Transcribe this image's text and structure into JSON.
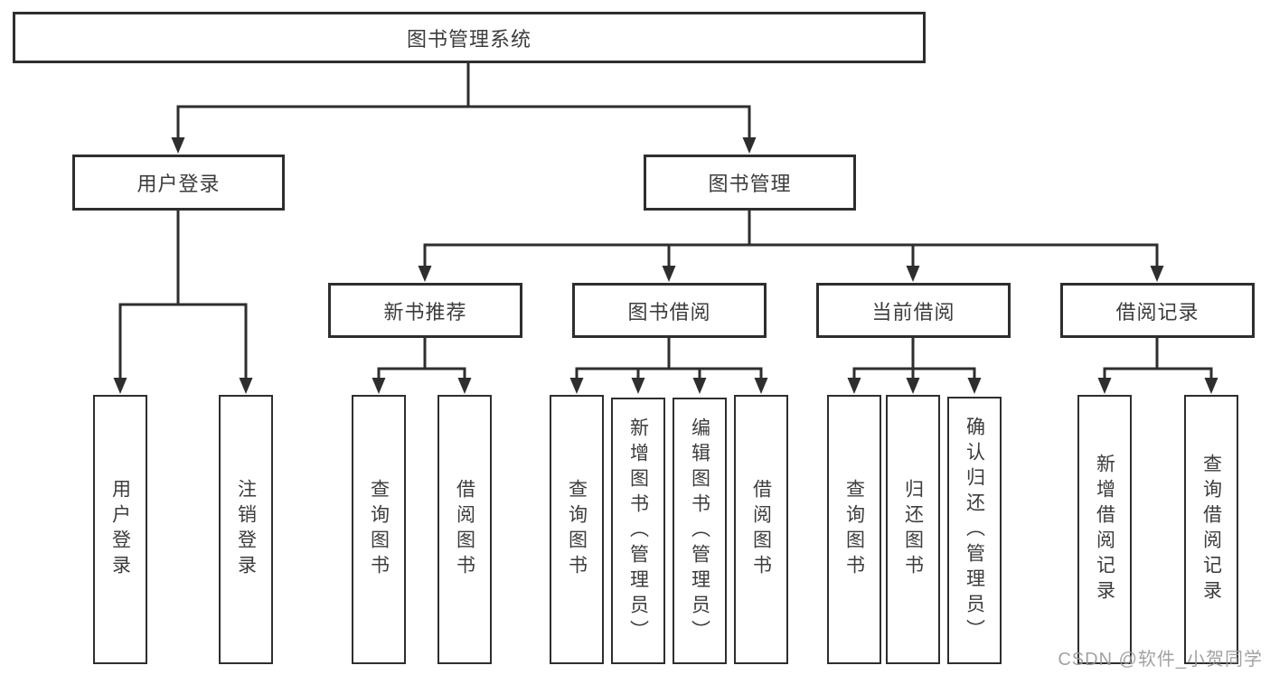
{
  "colors": {
    "line": "#2e2e2e",
    "text": "#3c3c3c",
    "watermark": "#989898",
    "background": "#ffffff"
  },
  "watermark": {
    "text": "CSDN @软件_小贺同学"
  },
  "diagram": {
    "root": {
      "label": "图书管理系统"
    },
    "level1": [
      {
        "label": "用户登录"
      },
      {
        "label": "图书管理"
      }
    ],
    "level2": [
      {
        "label": "新书推荐"
      },
      {
        "label": "图书借阅"
      },
      {
        "label": "当前借阅"
      },
      {
        "label": "借阅记录"
      }
    ],
    "leaves": {
      "user_login": [
        {
          "label": "用户登录"
        },
        {
          "label": "注销登录"
        }
      ],
      "new_books": [
        {
          "label": "查询图书"
        },
        {
          "label": "借阅图书"
        }
      ],
      "book_borrow": [
        {
          "label": "查询图书"
        },
        {
          "label": "新增图书（管理员）"
        },
        {
          "label": "编辑图书（管理员）"
        },
        {
          "label": "借阅图书"
        }
      ],
      "current_borrow": [
        {
          "label": "查询图书"
        },
        {
          "label": "归还图书"
        },
        {
          "label": "确认归还（管理员）"
        }
      ],
      "borrow_records": [
        {
          "label": "新增借阅记录"
        },
        {
          "label": "查询借阅记录"
        }
      ]
    }
  }
}
